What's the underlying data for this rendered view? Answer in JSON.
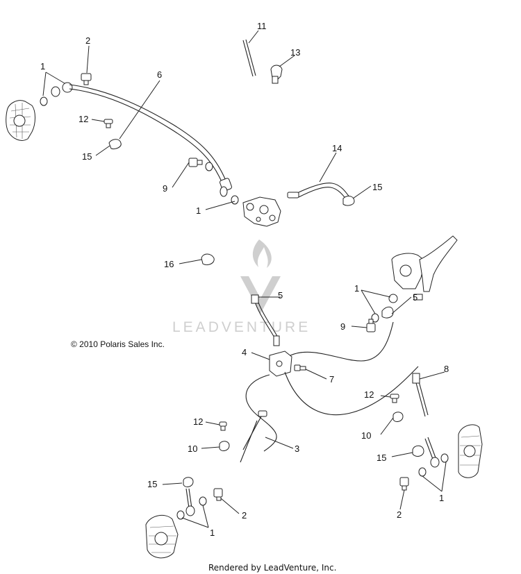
{
  "copyright": "© 2010  Polaris Sales Inc.",
  "watermark": "LEADVENTURE",
  "footer": "Rendered by LeadVenture, Inc.",
  "callouts": {
    "n1": "1",
    "n2": "2",
    "n3": "3",
    "n4": "4",
    "n5": "5",
    "n6": "6",
    "n7": "7",
    "n8": "8",
    "n9": "9",
    "n10": "10",
    "n11": "11",
    "n12": "12",
    "n13": "13",
    "n14": "14",
    "n15": "15",
    "n16": "16"
  }
}
